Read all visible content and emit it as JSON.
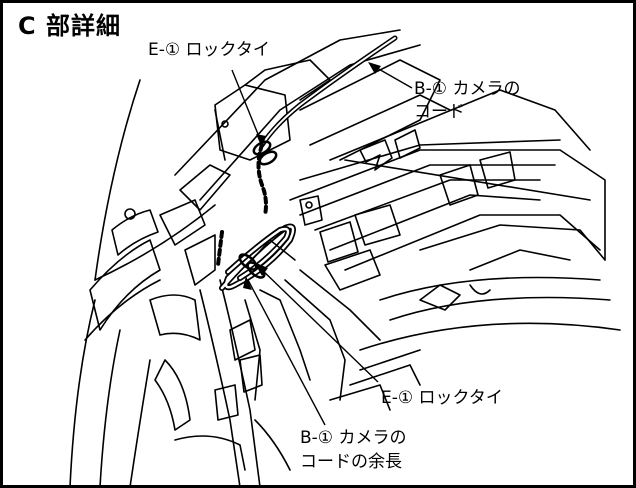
{
  "title": "C 部詳細",
  "labels": {
    "e_tie_top": "E-① ロックタイ",
    "b_cord_line1": "B-① カメラの",
    "b_cord_line2": "コード",
    "e_tie_bottom": "E-① ロックタイ",
    "b_excess_line1": "B-① カメラの",
    "b_excess_line2": "コードの余長"
  }
}
